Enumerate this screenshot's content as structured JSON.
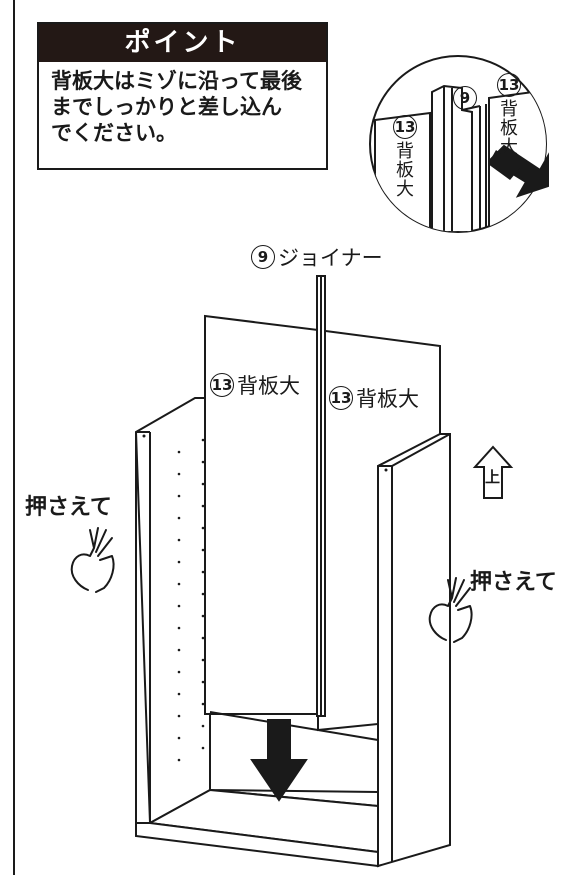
{
  "point": {
    "header": "ポイント",
    "lines": [
      "背板大はミゾに沿って最後",
      "までしっかりと差し込ん",
      "でください。"
    ]
  },
  "labels": {
    "joiner_num": "9",
    "joiner": "ジョイナー",
    "panel_num": "13",
    "panel_name": "背板大",
    "press": "押さえて",
    "up": "上"
  },
  "inset": {
    "joiner_num": "9",
    "left_num": "13",
    "left_name": "背板大",
    "right_num": "13",
    "right_name": "背板大"
  },
  "colors": {
    "ink": "#1a1a1a",
    "header_bg": "#231815"
  }
}
